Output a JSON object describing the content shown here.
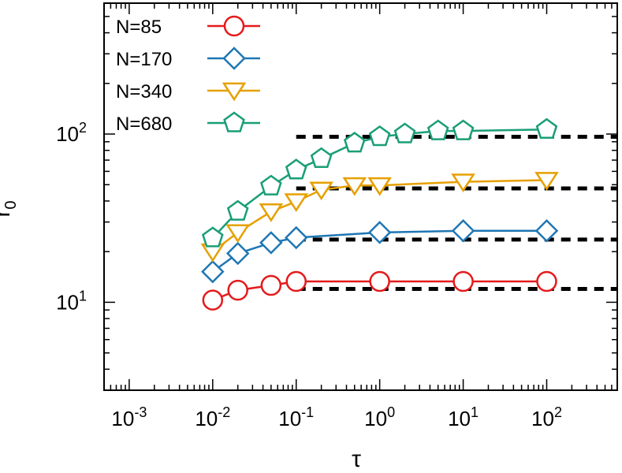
{
  "chart_data": {
    "type": "line",
    "xscale": "log",
    "yscale": "log",
    "xlabel": "τ",
    "ylabel": "r",
    "ylabel_sub": "0",
    "xlim": [
      0.0005,
      700
    ],
    "ylim": [
      3,
      600
    ],
    "grid": false,
    "legend_position": "top-left",
    "x_ticks": [
      {
        "base": "10",
        "exp": "-3",
        "value": 0.001
      },
      {
        "base": "10",
        "exp": "-2",
        "value": 0.01
      },
      {
        "base": "10",
        "exp": "-1",
        "value": 0.1
      },
      {
        "base": "10",
        "exp": "0",
        "value": 1
      },
      {
        "base": "10",
        "exp": "1",
        "value": 10
      },
      {
        "base": "10",
        "exp": "2",
        "value": 100
      }
    ],
    "y_ticks": [
      {
        "base": "10",
        "exp": "1",
        "value": 10
      },
      {
        "base": "10",
        "exp": "2",
        "value": 100
      }
    ],
    "series": [
      {
        "name": "N=85",
        "color": "#e41a1c",
        "marker": "circle",
        "x": [
          0.01,
          0.02,
          0.05,
          0.1,
          1,
          10,
          100
        ],
        "y": [
          10.3,
          11.8,
          12.6,
          13.3,
          13.3,
          13.3,
          13.3
        ]
      },
      {
        "name": "N=170",
        "color": "#1f77b4",
        "marker": "diamond",
        "x": [
          0.01,
          0.02,
          0.05,
          0.1,
          1,
          10,
          100
        ],
        "y": [
          15.2,
          19.5,
          22.6,
          24.2,
          26.0,
          26.6,
          26.6
        ]
      },
      {
        "name": "N=340",
        "color": "#e6a000",
        "marker": "triangle-down",
        "x": [
          0.01,
          0.02,
          0.05,
          0.1,
          0.2,
          0.5,
          1,
          10,
          100
        ],
        "y": [
          20.0,
          26.0,
          34.6,
          39.7,
          46.6,
          49.5,
          49.5,
          52.0,
          53.2
        ]
      },
      {
        "name": "N=680",
        "color": "#1a9e77",
        "marker": "pentagon",
        "x": [
          0.01,
          0.02,
          0.05,
          0.1,
          0.2,
          0.5,
          1,
          2,
          5,
          10,
          100
        ],
        "y": [
          24.1,
          34.7,
          49.0,
          61.1,
          71.4,
          88.3,
          96.3,
          100.0,
          104.3,
          104.3,
          106.5
        ]
      }
    ],
    "reference_lines": [
      {
        "y": 12.0,
        "x_from": 0.1,
        "x_to": 700
      },
      {
        "y": 23.6,
        "x_from": 0.1,
        "x_to": 700
      },
      {
        "y": 47.5,
        "x_from": 0.1,
        "x_to": 700
      },
      {
        "y": 96.3,
        "x_from": 0.1,
        "x_to": 700
      }
    ]
  }
}
